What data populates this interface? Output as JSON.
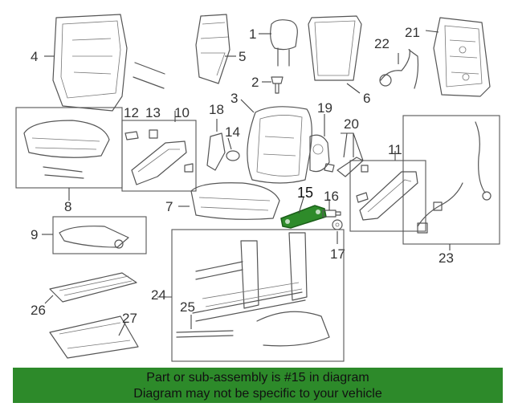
{
  "callouts": {
    "c1": "1",
    "c2": "2",
    "c3": "3",
    "c4": "4",
    "c5": "5",
    "c6": "6",
    "c7": "7",
    "c8": "8",
    "c9": "9",
    "c10": "10",
    "c11": "11",
    "c12": "12",
    "c13": "13",
    "c14": "14",
    "c15": "15",
    "c16": "16",
    "c17": "17",
    "c18": "18",
    "c19": "19",
    "c20": "20",
    "c21": "21",
    "c22": "22",
    "c23": "23",
    "c24": "24",
    "c25": "25",
    "c26": "26",
    "c27": "27"
  },
  "highlight_part": "15",
  "colors": {
    "highlight": "#2e8b2a",
    "banner": "#2d8a2a",
    "line": "#555555"
  },
  "footer": {
    "line1": "Part or sub-assembly is #15 in diagram",
    "line2": "Diagram may not be specific to your vehicle"
  }
}
